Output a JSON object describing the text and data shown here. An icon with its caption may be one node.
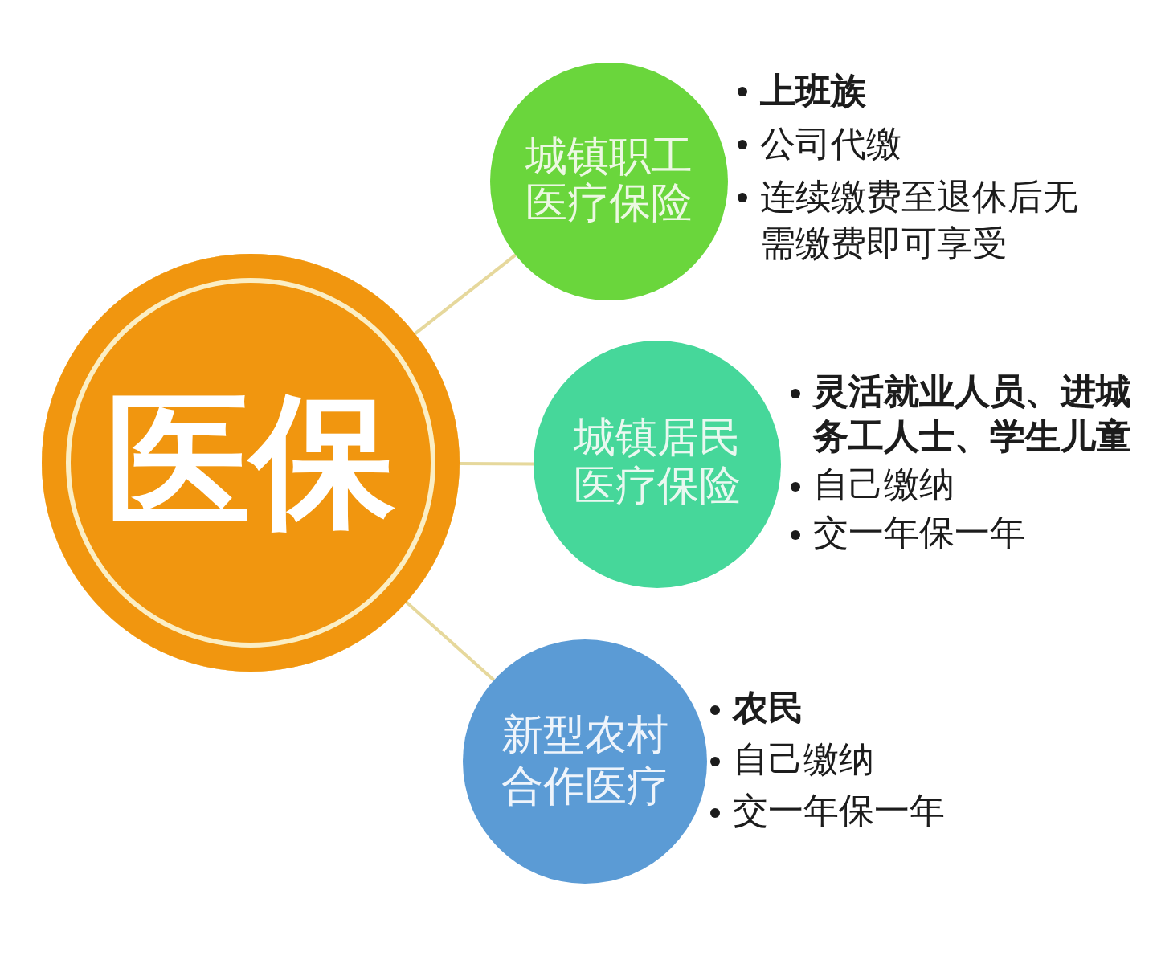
{
  "diagram": {
    "nodes": [
      {
        "text": [
          "医保"
        ]
      },
      {
        "text": [
          "城镇职工医疗保险"
        ],
        "beside": [
          "上班族",
          "公司代缴",
          "连续缴费至退休后无需缴费即可享受"
        ]
      },
      {
        "text": [
          "城镇居民医疗保险"
        ],
        "beside": [
          "灵活就业人员、进城务工人士、学生儿童",
          "自己缴纳",
          "交一年保一年"
        ]
      },
      {
        "text": [
          "新型农村合作医疗"
        ],
        "beside": [
          "农民",
          "自己缴纳",
          "交一年保一年"
        ]
      }
    ],
    "edges": [
      {
        "from": 0,
        "to": 1,
        "arrow": "none"
      },
      {
        "from": 0,
        "to": 2,
        "arrow": "none"
      },
      {
        "from": 0,
        "to": 3,
        "arrow": "none"
      }
    ]
  }
}
